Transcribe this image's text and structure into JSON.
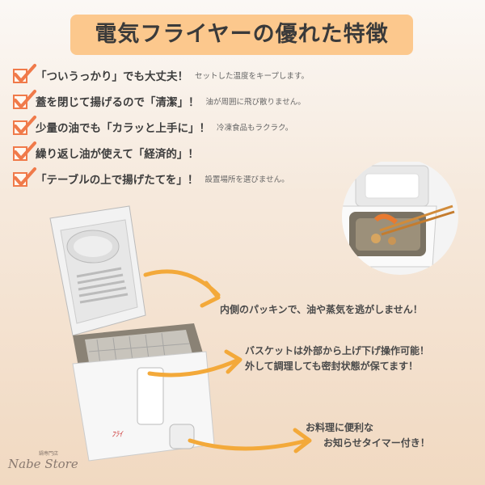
{
  "title": "電気フライヤーの優れた特徴",
  "features": [
    {
      "main": "「ついうっかり」でも大丈夫！",
      "sub": "セットした温度をキープします。"
    },
    {
      "main": "蓋を閉じて揚げるので「清潔」！",
      "sub": "油が周囲に飛び散りません。"
    },
    {
      "main": "少量の油でも「カラッと上手に」！",
      "sub": "冷凍食品もラクラク。"
    },
    {
      "main": "繰り返し油が使えて「経済的」！",
      "sub": ""
    },
    {
      "main": "「テーブルの上で揚げたてを」！",
      "sub": "設置場所を選びません。"
    }
  ],
  "notes": {
    "packing": "内側のパッキンで、油や蒸気を逃がしません！",
    "basket_1": "バスケットは外部から上げ下げ操作可能！",
    "basket_2": "外して調理しても密封状態が保てます！",
    "timer_1": "お料理に便利な",
    "timer_2": "お知らせタイマー付き！"
  },
  "logo": {
    "small": "鍋専門店",
    "name": "Nabe Store"
  },
  "colors": {
    "title_bg": "#fcc88d",
    "check": "#f07a4a",
    "arrow": "#f3a93a"
  }
}
